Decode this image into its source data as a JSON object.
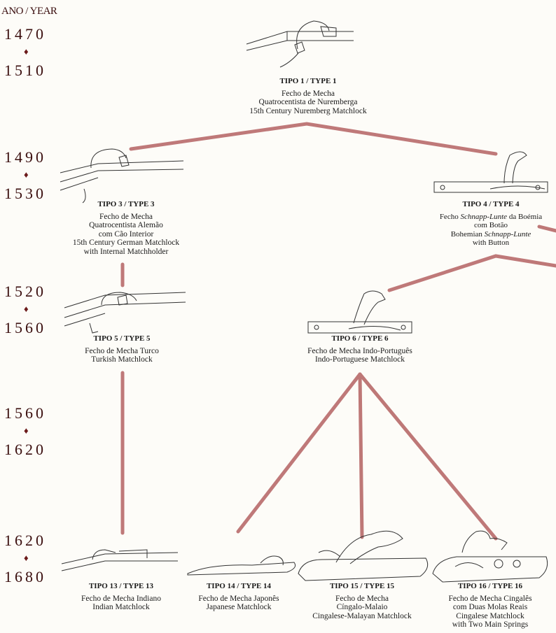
{
  "header": "ANO / YEAR",
  "periods": [
    {
      "start": "1470",
      "end": "1510"
    },
    {
      "start": "1490",
      "end": "1530"
    },
    {
      "start": "1520",
      "end": "1560"
    },
    {
      "start": "1560",
      "end": "1620"
    },
    {
      "start": "1620",
      "end": "1680"
    }
  ],
  "separator": "♦",
  "types": {
    "t1": {
      "label": "TIPO 1 / TYPE 1",
      "lines": [
        "Fecho de Mecha",
        "Quatrocentista de Nuremberga",
        "15th Century Nuremberg Matchlock"
      ]
    },
    "t3": {
      "label": "TIPO 3 / TYPE 3",
      "lines": [
        "Fecho de Mecha",
        "Quatrocentista Alemão",
        "com Cão Interior",
        "15th Century German Matchlock",
        "with Internal Matchholder"
      ]
    },
    "t4": {
      "label": "TIPO 4 / TYPE 4",
      "line1_pre": "Fecho ",
      "line1_italic": "Schnapp-Lunte",
      "line1_post": " da Boémia",
      "line2": "com Botão",
      "line3_pre": "Bohemian ",
      "line3_italic": "Schnapp-Lunte",
      "line4": "with Button"
    },
    "t5": {
      "label": "TIPO 5 / TYPE 5",
      "lines": [
        "Fecho de Mecha Turco",
        "Turkish Matchlock"
      ]
    },
    "t6": {
      "label": "TIPO 6 / TYPE 6",
      "lines": [
        "Fecho de Mecha Indo-Português",
        "Indo-Portuguese Matchlock"
      ]
    },
    "t13": {
      "label": "TIPO 13 / TYPE 13",
      "lines": [
        "Fecho de Mecha Indiano",
        "Indian Matchlock"
      ]
    },
    "t14": {
      "label": "TIPO 14 / TYPE 14",
      "lines": [
        "Fecho de Mecha Japonês",
        "Japanese Matchlock"
      ]
    },
    "t15": {
      "label": "TIPO 15 / TYPE 15",
      "lines": [
        "Fecho de Mecha",
        "Cíngalo-Malaio",
        "Cingalese-Malayan Matchlock"
      ]
    },
    "t16": {
      "label": "TIPO 16 / TYPE 16",
      "lines": [
        "Fecho de Mecha Cingalês",
        "com Duas Molas Reais",
        "Cingalese Matchlock",
        "with Two Main Springs"
      ]
    }
  },
  "colors": {
    "line": "#b86a6a",
    "year": "#3a0e0e",
    "diamond": "#6b1a1a"
  }
}
